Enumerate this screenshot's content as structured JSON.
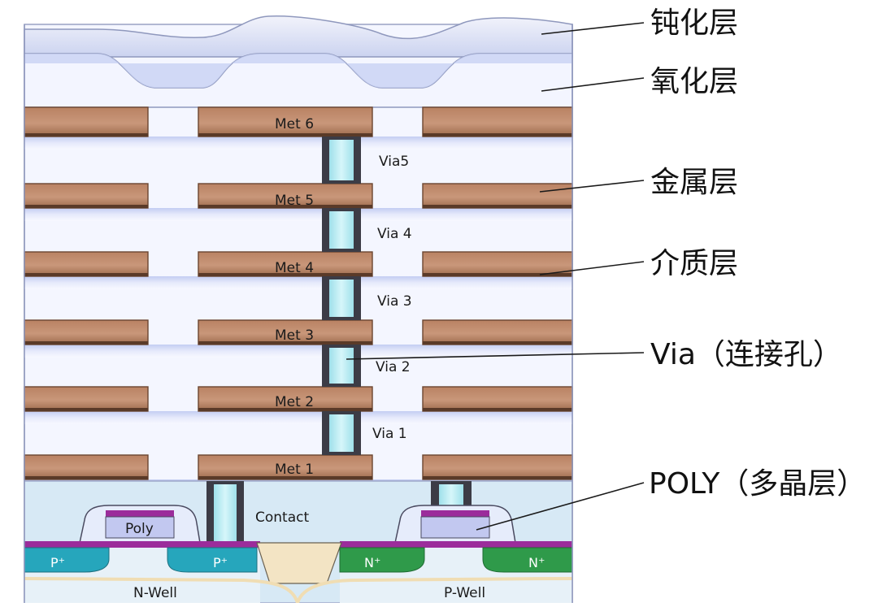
{
  "colors": {
    "metal": "#c08a6a",
    "metal_dark": "#8d5a3c",
    "dielectric": "#f3f5ff",
    "dielectric_band": "#c8d2f4",
    "via_fill": "#b9e9f0",
    "via_wall": "#3c3c46",
    "substrate": "#d8eaf5",
    "p_diff": "#26a6bc",
    "n_diff": "#2f9a4a",
    "poly": "#c2c8f0",
    "gate_oxide": "#9b2c9b",
    "well_boundary": "#f3e4c4"
  },
  "labels": {
    "met6": "Met 6",
    "met5": "Met 5",
    "met4": "Met 4",
    "met3": "Met 3",
    "met2": "Met 2",
    "met1": "Met 1",
    "via5": "Via5",
    "via4": "Via 4",
    "via3": "Via 3",
    "via2": "Via 2",
    "via1": "Via 1",
    "contact": "Contact",
    "poly": "Poly",
    "p_plus": "P⁺",
    "n_plus": "N⁺",
    "n_well": "N-Well",
    "p_well": "P-Well"
  },
  "callouts": {
    "passivation": "钝化层",
    "oxide": "氧化层",
    "metal": "金属层",
    "dielectric": "介质层",
    "via": "Via（连接孔）",
    "poly": "POLY（多晶层）"
  }
}
